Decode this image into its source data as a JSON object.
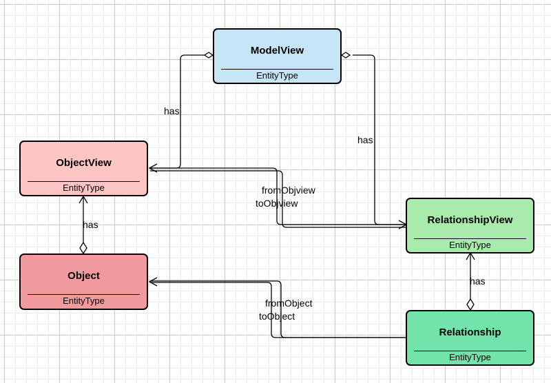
{
  "entities": {
    "modelview": {
      "name": "ModelView",
      "type": "EntityType",
      "fill": "#c6e6f7"
    },
    "objectview": {
      "name": "ObjectView",
      "type": "EntityType",
      "fill": "#fec5c5"
    },
    "object": {
      "name": "Object",
      "type": "EntityType",
      "fill": "#f29b9f"
    },
    "relationshipview": {
      "name": "RelationshipView",
      "type": "EntityType",
      "fill": "#a8ebac"
    },
    "relationship": {
      "name": "Relationship",
      "type": "EntityType",
      "fill": "#72e3aa"
    }
  },
  "edge_labels": {
    "modelview_objectview": "has",
    "modelview_relationshipview": "has",
    "objectview_object": "has",
    "relationshipview_relationship": "has",
    "from_objview": "fromObjview",
    "to_objview": "toObjview",
    "from_object": "fromObject",
    "to_object": "toObject"
  }
}
